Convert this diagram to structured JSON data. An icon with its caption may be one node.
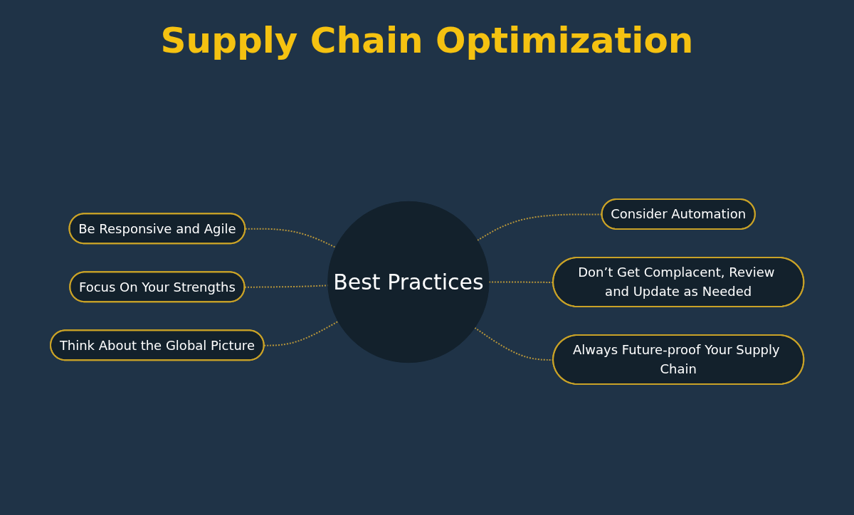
{
  "diagram": {
    "title": "Supply Chain Optimization",
    "nodes": [
      {
        "text": [
          "Be Responsive and Agile"
        ]
      },
      {
        "text": [
          "Consider Automation"
        ]
      },
      {
        "text": [
          "Focus On Your Strengths"
        ]
      },
      {
        "text": [
          "Best Practices"
        ]
      },
      {
        "text": [
          "Don’t Get Complacent, Review and Update as Needed"
        ]
      },
      {
        "text": [
          "Think About the Global Picture"
        ]
      },
      {
        "text": [
          "Always Future-proof Your Supply Chain"
        ]
      }
    ],
    "edges": [
      {
        "from": 0,
        "to": 3,
        "arrow": "none",
        "style": "dashed"
      },
      {
        "from": 3,
        "to": 1,
        "arrow": "none",
        "style": "dashed"
      },
      {
        "from": 2,
        "to": 3,
        "arrow": "none",
        "style": "dashed"
      },
      {
        "from": 3,
        "to": 4,
        "arrow": "none",
        "style": "dashed"
      },
      {
        "from": 5,
        "to": 3,
        "arrow": "none",
        "style": "dashed"
      },
      {
        "from": 3,
        "to": 6,
        "arrow": "none",
        "style": "dashed"
      }
    ]
  }
}
